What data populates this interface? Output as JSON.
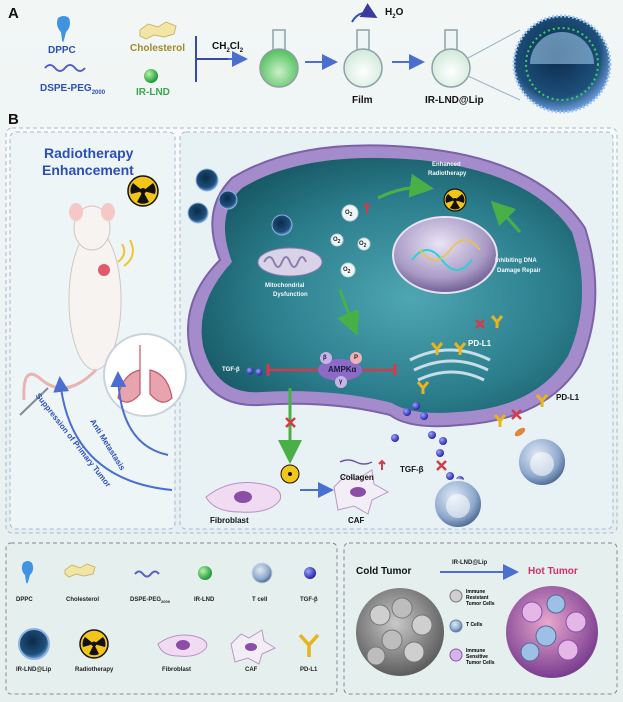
{
  "panel_a": {
    "label": "A",
    "dppc": "DPPC",
    "dspe_peg": "DSPE-PEG",
    "dspe_peg_sub": "2000",
    "cholesterol": "Cholesterol",
    "ir_lnd": "IR-LND",
    "solvent": "CH",
    "solvent_sub1": "2",
    "solvent_tail": "Cl",
    "solvent_sub2": "2",
    "water": "H",
    "water_sub": "2",
    "water_tail": "O",
    "film": "Film",
    "product": "IR-LND@Lip"
  },
  "panel_b": {
    "label": "B",
    "left_title_1": "Radiotherapy",
    "left_title_2": "Enhancement",
    "anti_metastasis": "Anti Metastasis",
    "suppression": "Suppression of Primary Tumor",
    "o2": "O",
    "o2_sub": "2",
    "enhanced_1": "Enhanced",
    "enhanced_2": "Radiotherapy",
    "inhibiting_1": "Inhibiting DNA",
    "inhibiting_2": "Damage Repair",
    "mito_1": "Mitochondrial",
    "mito_2": "Dysfunction",
    "tgf_inside": "TGF-β",
    "ampk": "AMPKα",
    "beta": "β",
    "p": "P",
    "gamma": "γ",
    "pdl1_inside": "PD-L1",
    "pdl1_outside": "PD-L1",
    "tgf_outside": "TGF-β",
    "collagen": "Collagen",
    "fibroblast": "Fibroblast",
    "caf": "CAF"
  },
  "legend": {
    "items": [
      {
        "label": "DPPC",
        "sub": ""
      },
      {
        "label": "Cholesterol",
        "sub": ""
      },
      {
        "label": "DSPE-PEG",
        "sub": "2000"
      },
      {
        "label": "IR-LND",
        "sub": ""
      },
      {
        "label": "T cell",
        "sub": ""
      },
      {
        "label": "TGF-β",
        "sub": ""
      },
      {
        "label": "IR-LND@Lip",
        "sub": ""
      },
      {
        "label": "Radiotherapy",
        "sub": ""
      },
      {
        "label": "Fibroblast",
        "sub": ""
      },
      {
        "label": "CAF",
        "sub": ""
      },
      {
        "label": "PD-L1",
        "sub": ""
      }
    ]
  },
  "tumor_panel": {
    "cold": "Cold Tumor",
    "arrow_label": "IR-LND@Lip",
    "hot": "Hot Tumor",
    "cell_types": [
      [
        "Immune",
        "Resistant",
        "Tumor Cells"
      ],
      [
        "T Cells"
      ],
      [
        "Immune",
        "Sensitive",
        "Tumor Cells"
      ]
    ]
  },
  "colors": {
    "title_blue": "#2b4fb8",
    "cytoplasm": "#2f7f8f",
    "membrane": "#8a6bb8",
    "hot_red": "#d0306a",
    "arrow_green": "#49b048",
    "arrow_blue": "#4a6fd0",
    "inhibit_red": "#d23b4a"
  },
  "icons": [
    "dppc-icon",
    "cholesterol-icon",
    "dspe-peg-icon",
    "ir-lnd-icon",
    "flask-icon",
    "liposome-icon",
    "mouse-icon",
    "lung-icon",
    "radiation-icon",
    "mitochondrion-icon",
    "nucleus-icon",
    "golgi-icon",
    "t-cell-icon",
    "tgf-beta-icon",
    "pd-l1-icon",
    "fibroblast-icon",
    "caf-icon",
    "tumor-cluster-icon"
  ]
}
